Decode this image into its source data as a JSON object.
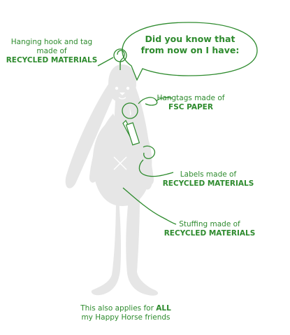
{
  "speech_bubble": {
    "line1": "Did you know that",
    "line2": "from now on I have:"
  },
  "callouts": {
    "hook": {
      "line1": "Hanging hook and tag",
      "line2": "made of",
      "bold": "RECYCLED MATERIALS"
    },
    "hangtags": {
      "line1": "Hangtags made of",
      "bold": "FSC PAPER"
    },
    "labels": {
      "line1": "Labels made of",
      "bold": "RECYCLED MATERIALS"
    },
    "stuffing": {
      "line1": "Stuffing made of",
      "bold": "RECYCLED MATERIALS"
    }
  },
  "footer": {
    "line1_prefix": "This also applies for ",
    "line1_bold": "ALL",
    "line2": "my Happy Horse friends"
  },
  "colors": {
    "accent": "#2e8b2e",
    "bunny": "#e6e6e6"
  }
}
